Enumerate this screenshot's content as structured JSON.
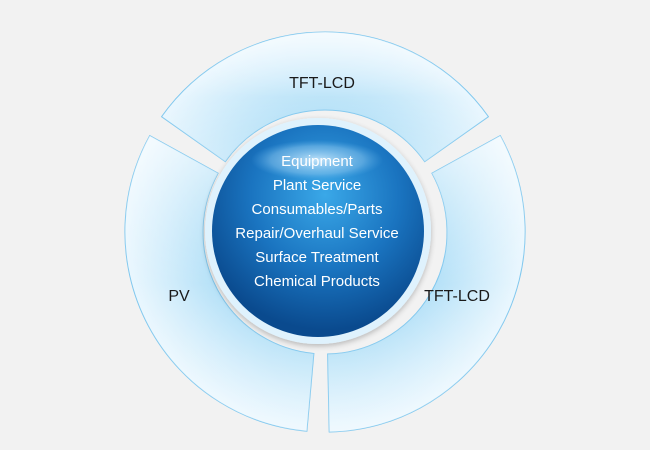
{
  "ring": {
    "segments": [
      {
        "key": "top",
        "label": "TFT-LCD"
      },
      {
        "key": "left",
        "label": "PV"
      },
      {
        "key": "right",
        "label": "TFT-LCD"
      }
    ]
  },
  "core": {
    "items": [
      "Equipment",
      "Plant Service",
      "Consumables/Parts",
      "Repair/Overhaul Service",
      "Surface Treatment",
      "Chemical Products"
    ]
  },
  "colors": {
    "background": "#f2f2f2",
    "ring_light": "#e6f5fd",
    "ring_mid": "#a9dcf6",
    "ring_edge": "#7cc6ee",
    "core_light": "#2f9ee0",
    "core_dark": "#0b4f96",
    "core_text": "#ffffff",
    "segment_text": "#1a1a1a"
  }
}
